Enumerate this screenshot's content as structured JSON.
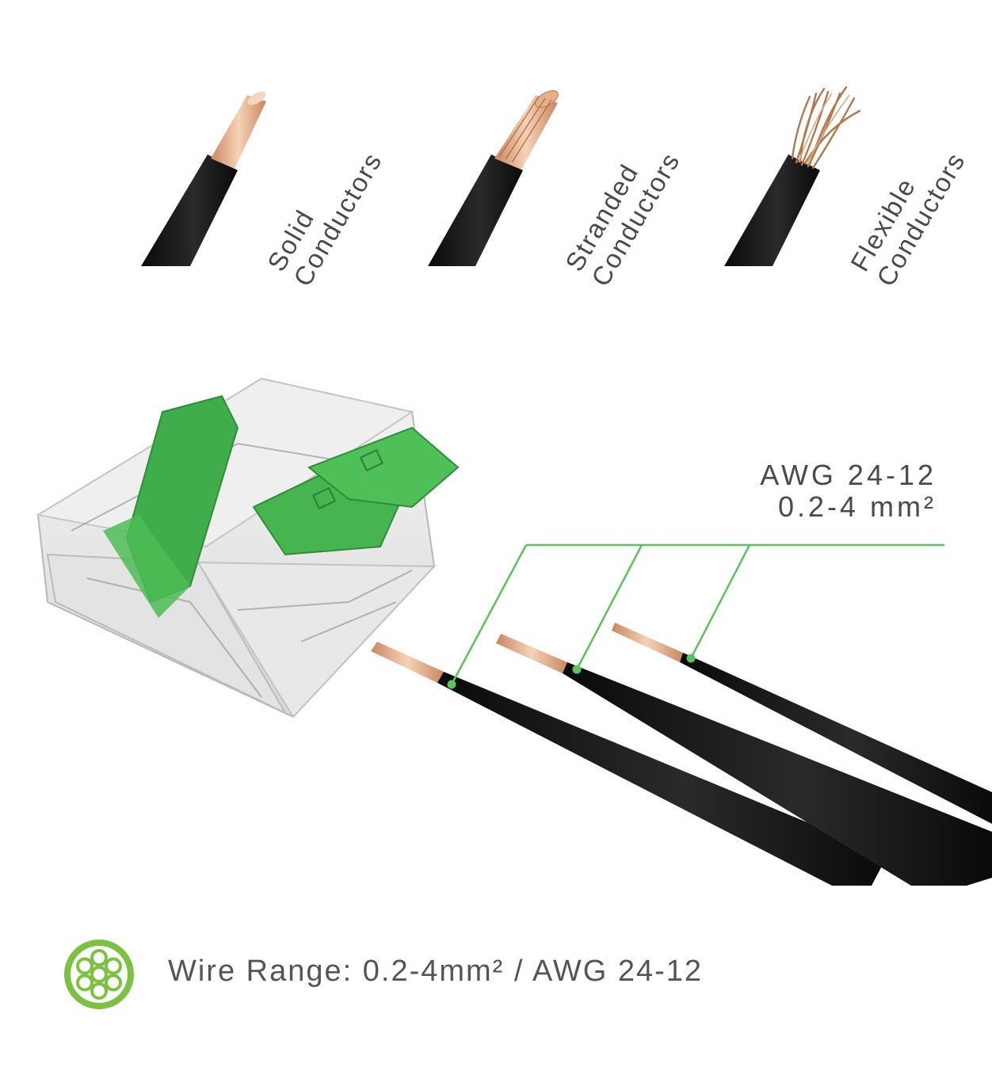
{
  "conductor_types": [
    {
      "line1": "Solid",
      "line2": "Conductors"
    },
    {
      "line1": "Stranded",
      "line2": "Conductors"
    },
    {
      "line1": "Flexible",
      "line2": "Conductors"
    }
  ],
  "spec": {
    "awg": "AWG 24-12",
    "mm": "0.2-4 mm²"
  },
  "footer": {
    "text": "Wire Range: 0.2-4mm² / AWG 24-12",
    "icon": "wire-cross-section-icon"
  },
  "colors": {
    "accent_green": "#5cc25e",
    "icon_green": "#7cc242",
    "insulation": "#141414",
    "copper": "#e0a57a",
    "housing_green": "#3fae4a"
  }
}
